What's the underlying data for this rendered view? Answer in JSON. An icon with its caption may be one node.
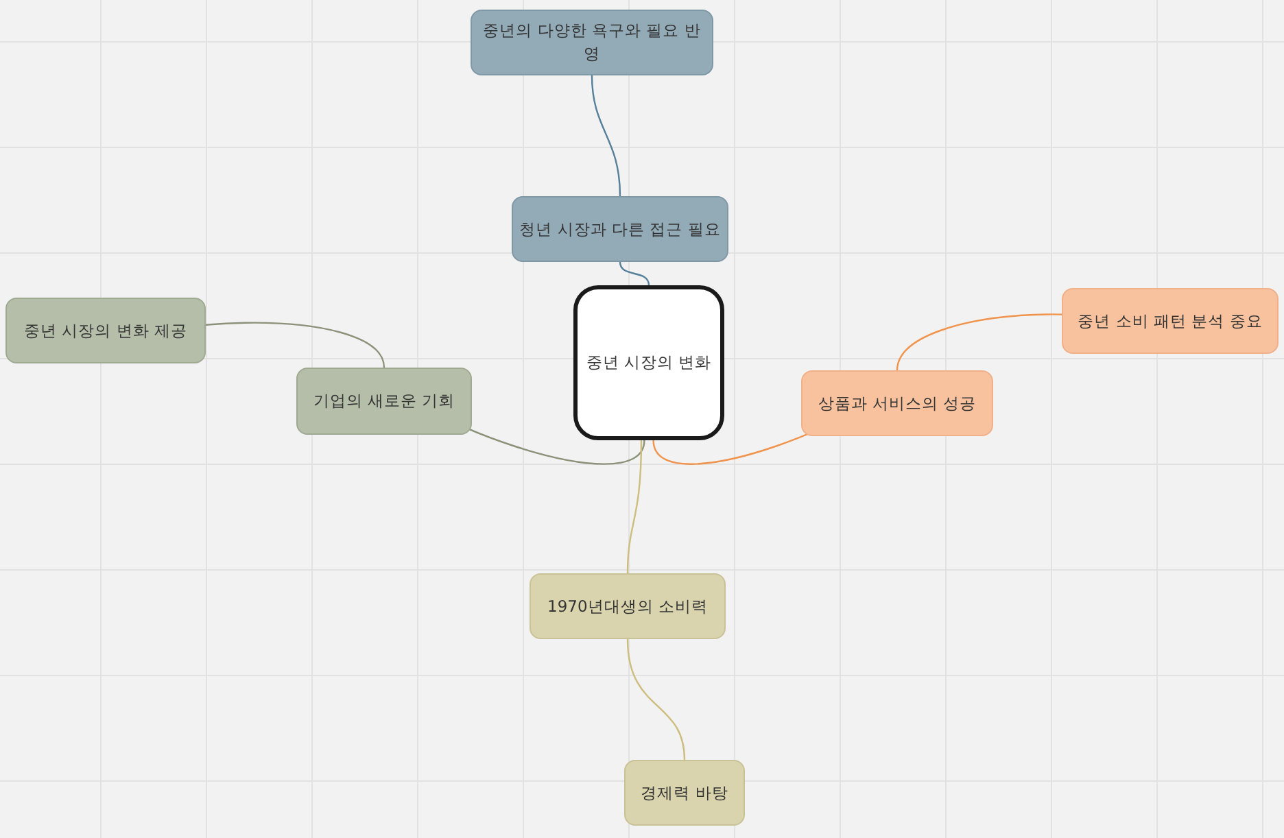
{
  "diagram": {
    "nodes": [
      {
        "text": [
          "중년 시장의 변화"
        ]
      },
      {
        "text": [
          "청년 시장과 다른 접근 필요"
        ]
      },
      {
        "text": [
          "중년의 다양한 욕구와 필요 반영"
        ]
      },
      {
        "text": [
          "기업의 새로운 기회"
        ]
      },
      {
        "text": [
          "중년 시장의 변화 제공"
        ]
      },
      {
        "text": [
          "상품과 서비스의 성공"
        ]
      },
      {
        "text": [
          "중년 소비 패턴 분석 중요"
        ]
      },
      {
        "text": [
          "1970년대생의 소비력"
        ]
      },
      {
        "text": [
          "경제력 바탕"
        ]
      }
    ],
    "edges": [
      {
        "from": 0,
        "to": 1,
        "arrow": "none",
        "color": "#56809a"
      },
      {
        "from": 1,
        "to": 2,
        "arrow": "none",
        "color": "#56809a"
      },
      {
        "from": 0,
        "to": 3,
        "arrow": "none",
        "color": "#8c917a"
      },
      {
        "from": 3,
        "to": 4,
        "arrow": "none",
        "color": "#8c917a"
      },
      {
        "from": 0,
        "to": 5,
        "arrow": "none",
        "color": "#f0944d"
      },
      {
        "from": 5,
        "to": 6,
        "arrow": "none",
        "color": "#f0944d"
      },
      {
        "from": 0,
        "to": 7,
        "arrow": "none",
        "color": "#cdbd7e"
      },
      {
        "from": 7,
        "to": 8,
        "arrow": "none",
        "color": "#cdbd7e"
      }
    ]
  }
}
